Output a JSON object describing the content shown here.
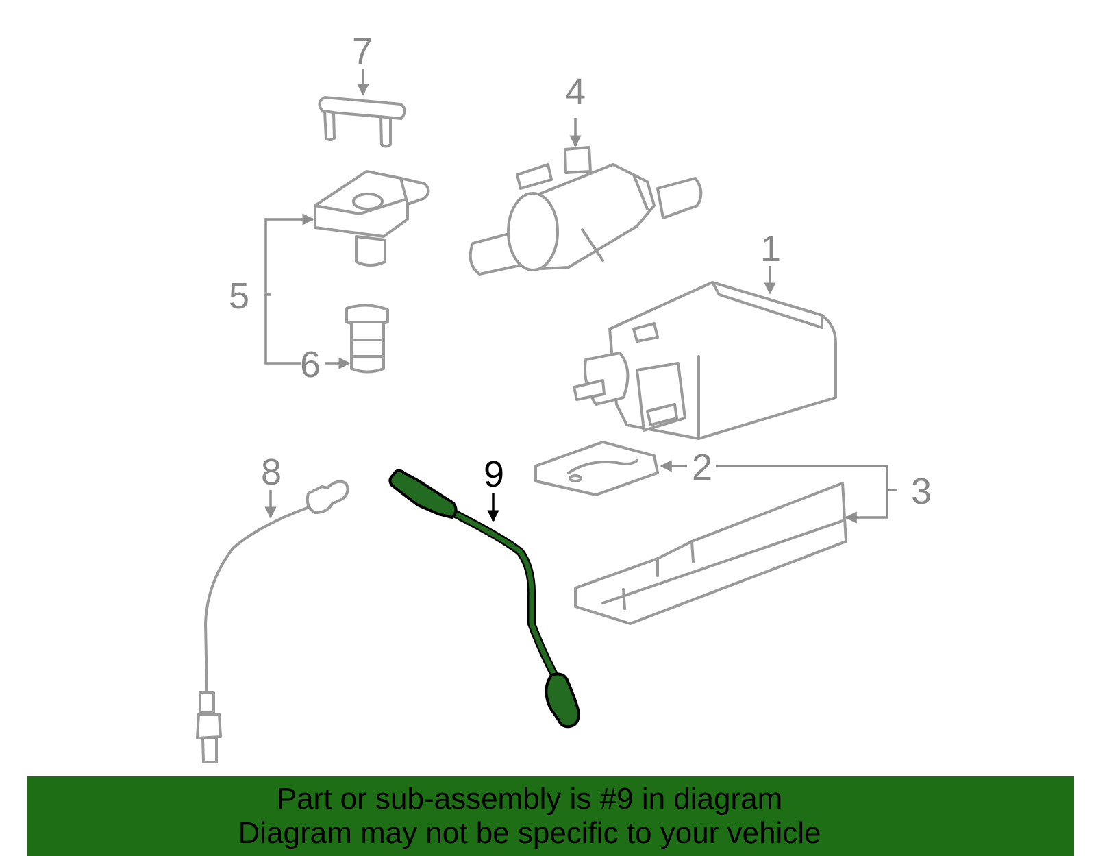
{
  "callouts": {
    "c1": "1",
    "c2": "2",
    "c3": "3",
    "c4": "4",
    "c5": "5",
    "c6": "6",
    "c7": "7",
    "c8": "8",
    "c9": "9"
  },
  "banner": {
    "line1": "Part or sub-assembly is #9 in diagram",
    "line2": "Diagram may not be specific to your vehicle"
  },
  "colors": {
    "highlight_part": "#246b22",
    "banner_background": "#1e6e16",
    "part_outline": "#9a9a9a"
  }
}
